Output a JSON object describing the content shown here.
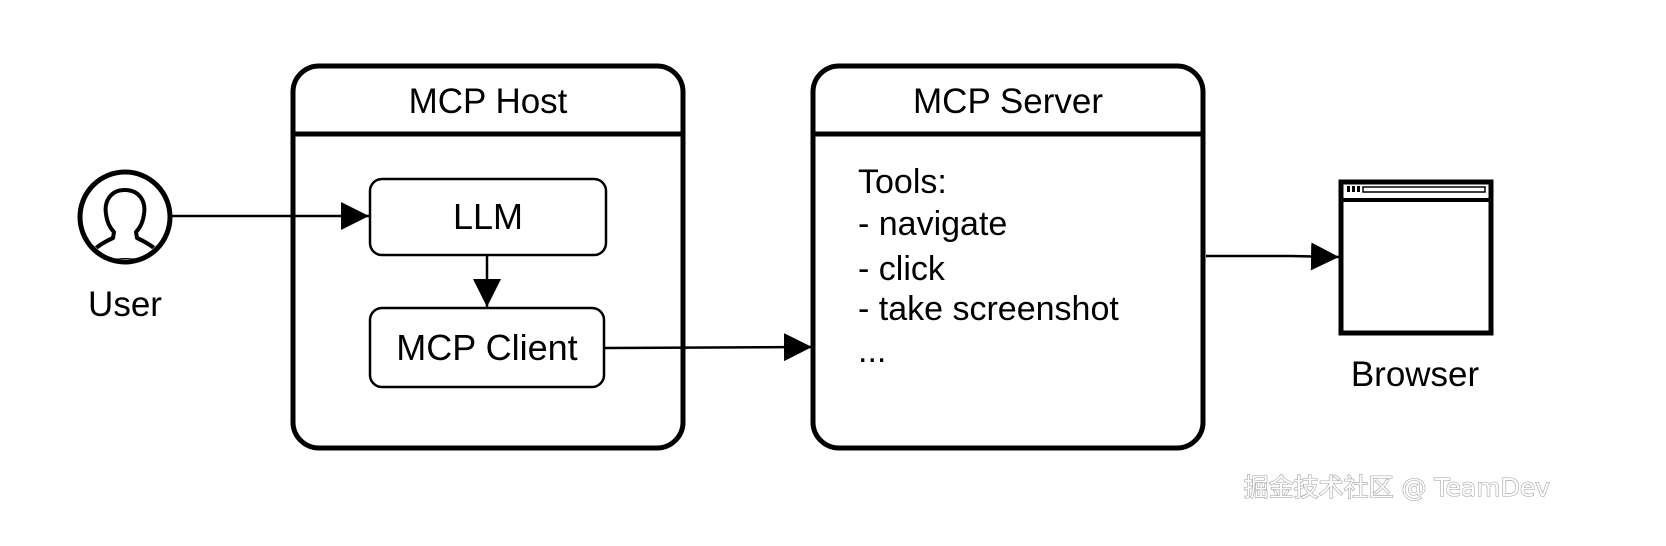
{
  "host": {
    "title": "MCP Host",
    "llm_label": "LLM",
    "client_label": "MCP Client"
  },
  "server": {
    "title": "MCP Server",
    "tools_lines": [
      "Tools:",
      "- navigate",
      "- click",
      "- take screenshot",
      "..."
    ]
  },
  "user": {
    "label": "User",
    "icon": "user-icon"
  },
  "browser": {
    "label": "Browser",
    "icon": "browser-window-icon"
  },
  "watermark": "掘金技术社区 @ TeamDev",
  "colors": {
    "stroke": "#000000",
    "background": "#ffffff",
    "watermark_outline": "#9a9a9a"
  }
}
